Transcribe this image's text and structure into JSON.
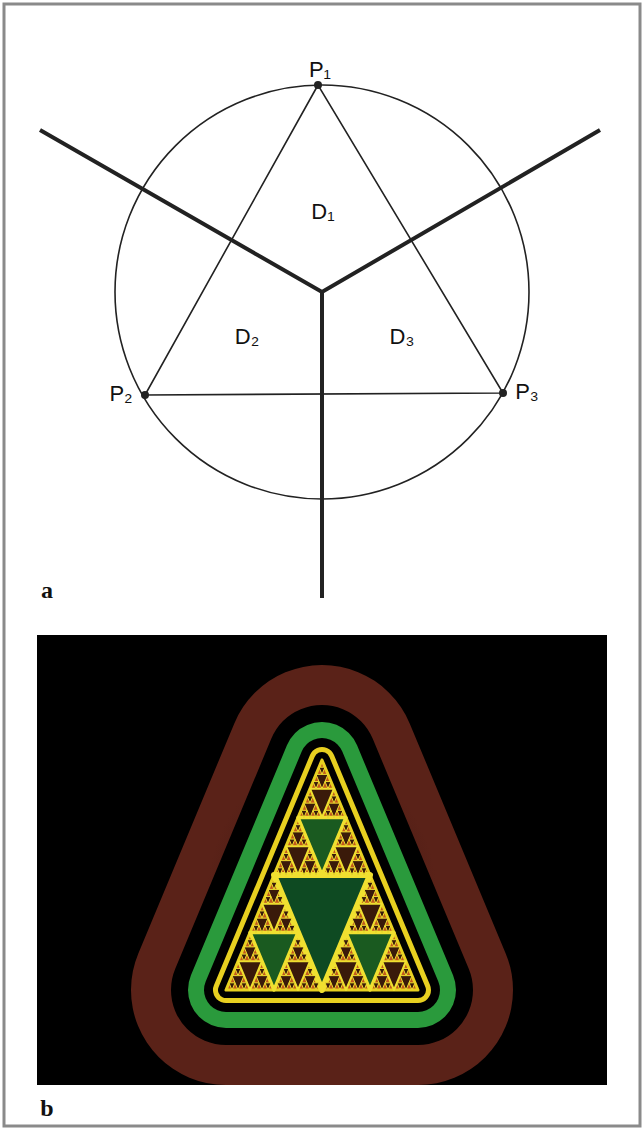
{
  "diagram": {
    "labels": [
      "P₁",
      "D₁",
      "D₂",
      "D₃",
      "P₂",
      "P₃",
      "a",
      "b"
    ]
  }
}
